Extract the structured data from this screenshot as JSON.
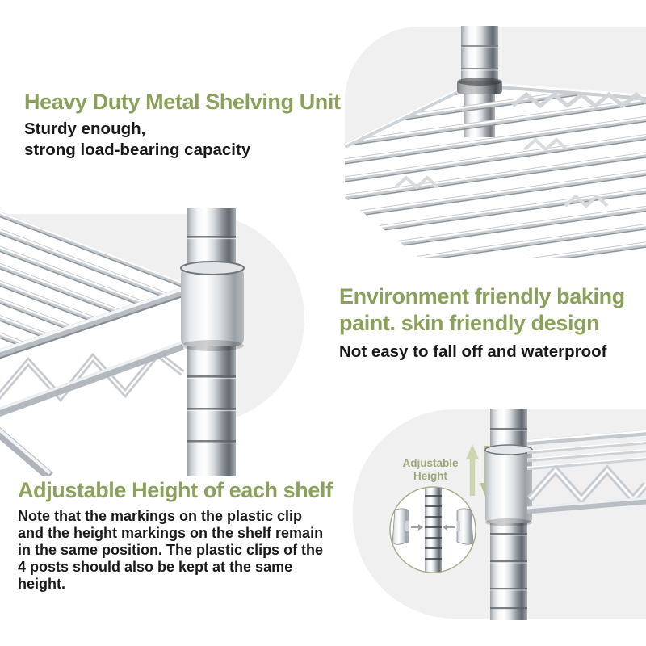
{
  "colors": {
    "green": "#8BA05A",
    "label-green": "#9AA878",
    "text": "#191919",
    "photo-bg": "#F0F0F1",
    "arrow-up": "#CCD5AE",
    "arrow-down": "#B7C394",
    "circle-border": "#A9AE8B"
  },
  "sections": {
    "heavy_duty": {
      "title": "Heavy Duty Metal Shelving Unit",
      "subtitle_lines": [
        "Sturdy enough,",
        "strong load-bearing capacity"
      ]
    },
    "paint": {
      "title_lines": [
        "Environment friendly baking",
        "paint. skin friendly design"
      ],
      "subtitle": "Not easy to fall off and waterproof"
    },
    "adjustable": {
      "title": "Adjustable Height of each shelf",
      "body_lines": [
        "Note that the markings on the plastic clip",
        "and the height markings on the shelf remain",
        "in the same position. The plastic clips of the",
        "4 posts should also be kept at the same",
        "height."
      ],
      "callout_lines": [
        "Adjustable",
        "Height"
      ]
    }
  }
}
